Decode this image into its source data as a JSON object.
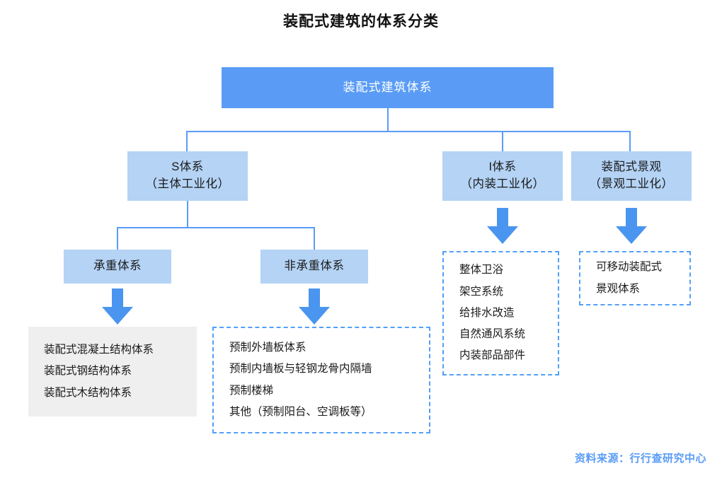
{
  "title": "装配式建筑的体系分类",
  "colors": {
    "root_fill": "#5a9cf5",
    "node_fill": "#b4d3f5",
    "connector": "#5a9cf5",
    "arrow": "#4a95f0",
    "panel_gray": "#efefef",
    "dashed_border": "#53a0f5",
    "source_text": "#5a9cf5"
  },
  "root": {
    "label": "装配式建筑体系"
  },
  "level2": [
    {
      "line1": "S体系",
      "line2": "（主体工业化）"
    },
    {
      "line1": "I体系",
      "line2": "（内装工业化）"
    },
    {
      "line1": "装配式景观",
      "line2": "（景观工业化）"
    }
  ],
  "level3": [
    {
      "label": "承重体系"
    },
    {
      "label": "非承重体系"
    }
  ],
  "panels": {
    "bearing": {
      "style": "gray",
      "lines": [
        "装配式混凝土结构体系",
        "装配式钢结构体系",
        "装配式木结构体系"
      ]
    },
    "non_bearing": {
      "style": "dashed",
      "lines": [
        "预制外墙板体系",
        "预制内墙板与轻钢龙骨内隔墙",
        "预制楼梯",
        "其他（预制阳台、空调板等）"
      ]
    },
    "interior": {
      "style": "dashed",
      "lines": [
        "整体卫浴",
        "架空系统",
        "给排水改造",
        "自然通风系统",
        "内装部品部件"
      ]
    },
    "landscape": {
      "style": "dashed",
      "lines": [
        "可移动装配式",
        "景观体系"
      ]
    }
  },
  "arrows": {
    "icon": "arrow-down-icon",
    "count": 4
  },
  "source": "资料来源：行行查研究中心"
}
